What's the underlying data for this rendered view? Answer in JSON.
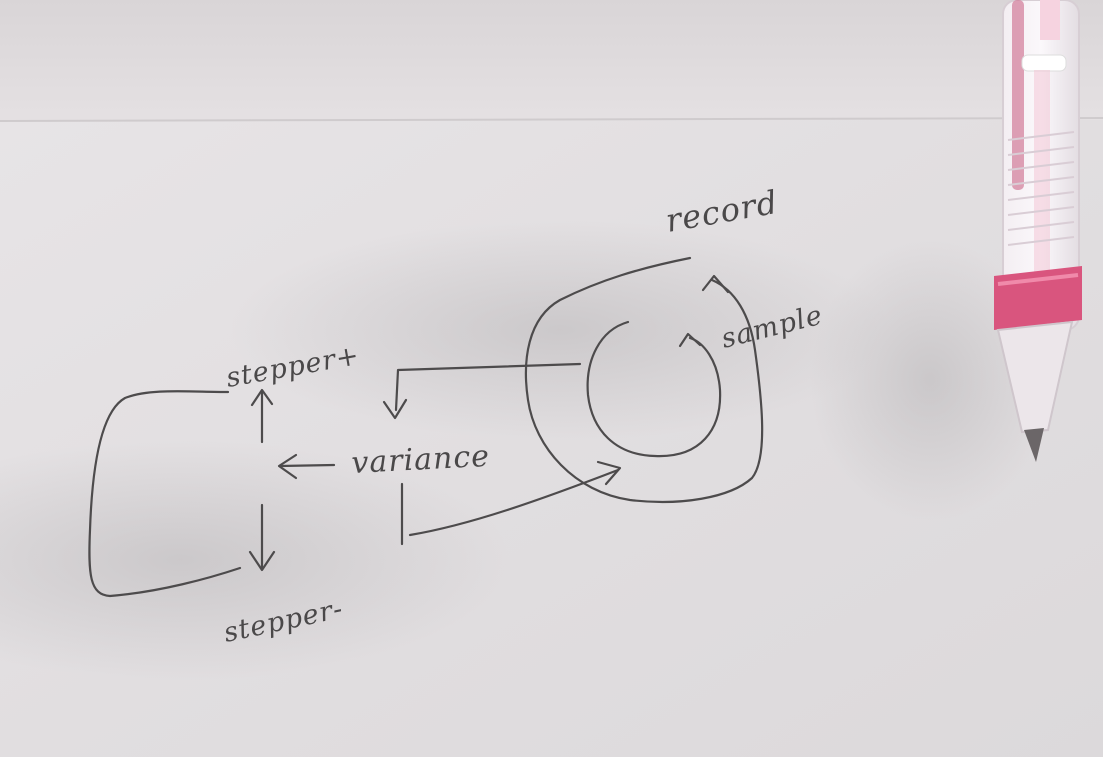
{
  "diagram": {
    "labels": {
      "record": "record",
      "sample": "sample",
      "variance": "variance",
      "stepper_plus": "stepper+",
      "stepper_minus": "stepper-"
    }
  },
  "colors": {
    "paper": "#e9e6e8",
    "pencil": "#4d4b4c",
    "pen_pink": "#d9557e"
  }
}
